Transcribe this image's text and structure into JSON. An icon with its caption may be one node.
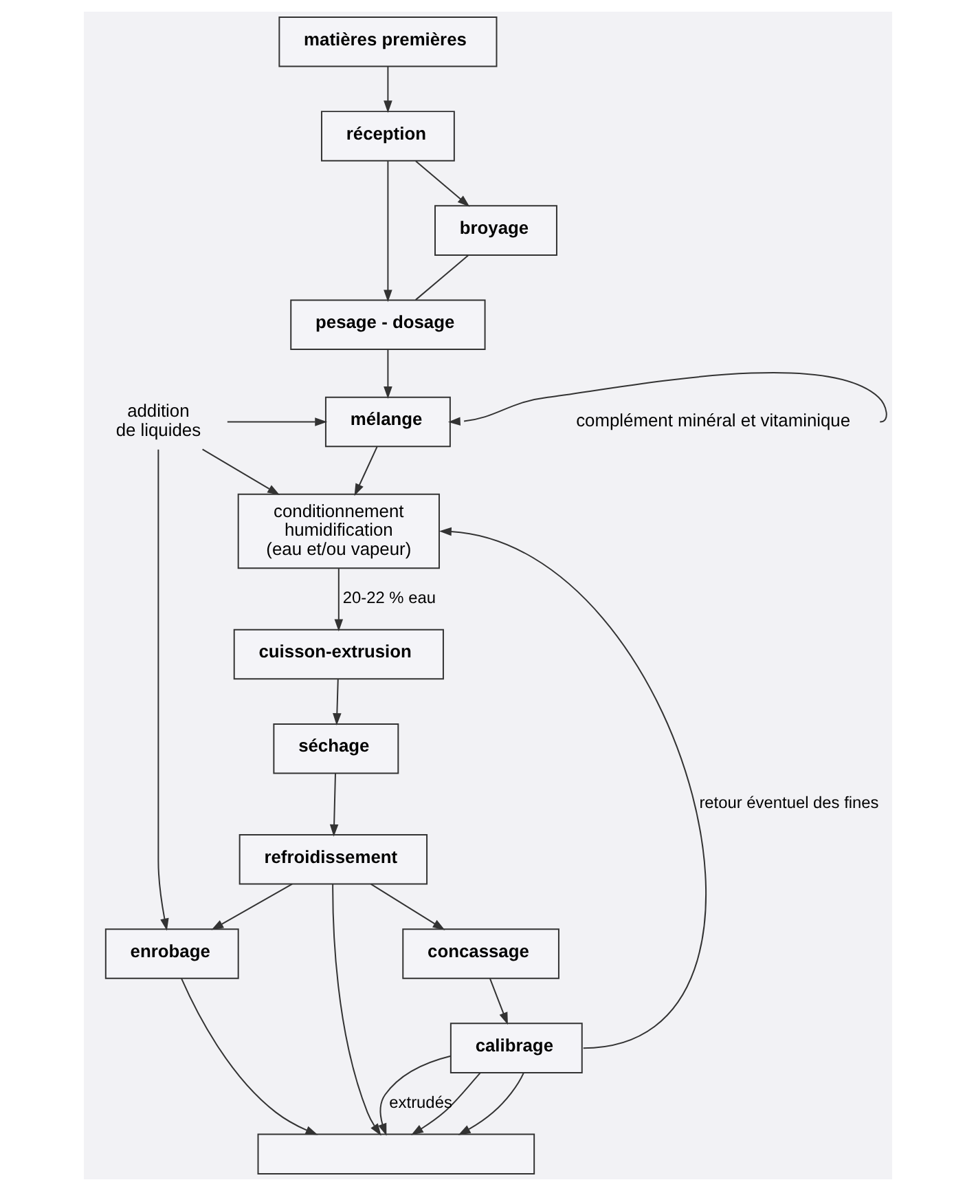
{
  "diagram": {
    "nodes": [
      {
        "text": [
          "matières premières"
        ]
      },
      {
        "text": [
          "réception"
        ]
      },
      {
        "text": [
          "broyage"
        ]
      },
      {
        "text": [
          "pesage - dosage"
        ]
      },
      {
        "text": [
          "addition",
          "de liquides"
        ]
      },
      {
        "text": [
          "mélange"
        ]
      },
      {
        "text": [
          "complément minéral et vitaminique"
        ]
      },
      {
        "text": [
          "conditionnement",
          "humidification",
          "(eau et/ou vapeur)"
        ]
      },
      {
        "text": [
          "cuisson-extrusion"
        ]
      },
      {
        "text": [
          "séchage"
        ]
      },
      {
        "text": [
          "refroidissement"
        ]
      },
      {
        "text": [
          "enrobage"
        ]
      },
      {
        "text": [
          "concassage"
        ]
      },
      {
        "text": [
          "calibrage"
        ]
      },
      {
        "text": [],
        "shape": "box"
      }
    ],
    "edges": [
      {
        "from": 0,
        "to": 1,
        "arrow": "to"
      },
      {
        "from": 1,
        "to": 2,
        "arrow": "to"
      },
      {
        "from": 1,
        "to": 3,
        "arrow": "to"
      },
      {
        "from": 2,
        "to": 3,
        "arrow": "none"
      },
      {
        "from": 3,
        "to": 5,
        "arrow": "to"
      },
      {
        "from": 4,
        "to": 5,
        "arrow": "to"
      },
      {
        "from": 6,
        "to": 5,
        "arrow": "to"
      },
      {
        "from": 4,
        "to": 7,
        "arrow": "to"
      },
      {
        "from": 5,
        "to": 7,
        "arrow": "to"
      },
      {
        "from": 7,
        "to": 8,
        "arrow": "to",
        "label": "20-22 % eau"
      },
      {
        "from": 8,
        "to": 9,
        "arrow": "to"
      },
      {
        "from": 9,
        "to": 10,
        "arrow": "to"
      },
      {
        "from": 4,
        "to": 11,
        "arrow": "to"
      },
      {
        "from": 10,
        "to": 11,
        "arrow": "to"
      },
      {
        "from": 10,
        "to": 14,
        "arrow": "to"
      },
      {
        "from": 10,
        "to": 12,
        "arrow": "to"
      },
      {
        "from": 12,
        "to": 13,
        "arrow": "to"
      },
      {
        "from": 13,
        "to": 7,
        "arrow": "to",
        "label": "retour éventuel des fines"
      },
      {
        "from": 11,
        "to": 14,
        "arrow": "to"
      },
      {
        "from": 13,
        "to": 14,
        "arrow": "to"
      },
      {
        "from": 13,
        "to": 14,
        "arrow": "to"
      },
      {
        "from": 13,
        "to": 14,
        "arrow": "to",
        "label": "extrudés"
      }
    ]
  }
}
